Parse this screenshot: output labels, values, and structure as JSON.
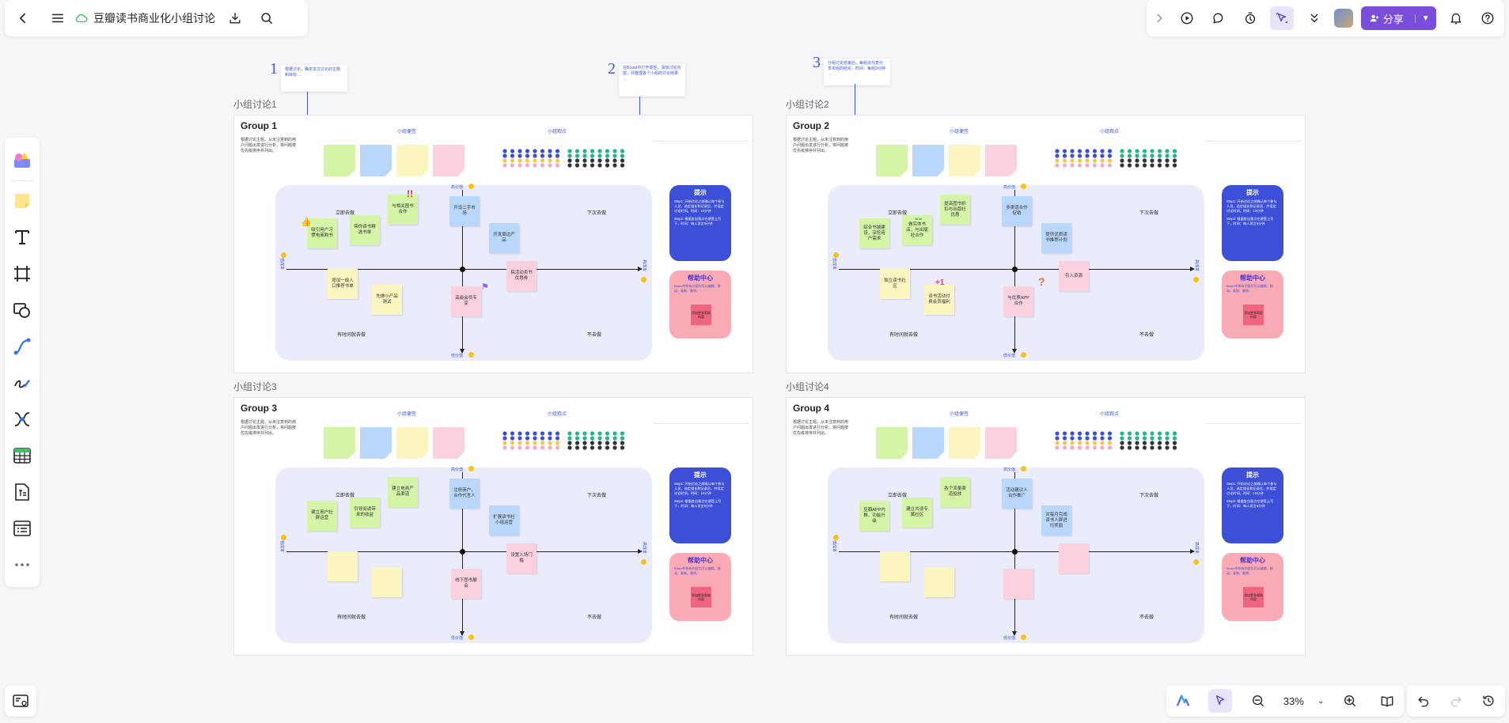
{
  "document": {
    "title": "豆瓣读书商业化小组讨论"
  },
  "toolbar": {
    "share_label": "分享",
    "zoom": "33%"
  },
  "icons": {
    "back": "chevron-left-icon",
    "menu": "hamburger-menu-icon",
    "cloud": "cloud-sync-icon",
    "download": "download-icon",
    "search": "search-icon",
    "collapse": "chevron-right-icon",
    "present": "play-circle-icon",
    "comment": "comment-icon",
    "timer": "timer-icon",
    "select": "cursor-select-icon",
    "more": "double-chevron-down-icon",
    "bell": "bell-icon",
    "help": "help-icon"
  },
  "instructions": [
    {
      "num": "1",
      "text": "根据讨论，确定本次讨论的主题和目标 →"
    },
    {
      "num": "2",
      "text": "在Board中打开便签，添加讨论内容，并整理各个小组的讨论结果 →"
    },
    {
      "num": "3",
      "text": "分组讨论结束后，每组派代表分享本组的结论，时间：每组3分钟 →"
    }
  ],
  "groups": [
    {
      "frame_label": "小组讨论1",
      "title": "Group 1",
      "desc": "根据讨论主题，从未注意到的用户问题出发进行分析，将问题按优先级排序并列出。",
      "col1": "小组便签",
      "col2": "小组观点",
      "axis_top": "高价值",
      "axis_bottom": "低价值",
      "axis_left": "低成本",
      "axis_right": "高成本",
      "q_tl": "立即去做",
      "q_tr": "下次去做",
      "q_bl": "有时间就去做",
      "q_br": "不去做",
      "notes": [
        {
          "text": "吸引用户习惯电商购书",
          "color": "#d4f4a6"
        },
        {
          "text": "带你读书精选书单",
          "color": "#d4f4a6"
        },
        {
          "text": "与相关图书合作",
          "color": "#d4f4a6"
        },
        {
          "text": "开设二手市场",
          "color": "#b9d6fb"
        },
        {
          "text": "开发周边产品",
          "color": "#b9d6fb"
        },
        {
          "text": "增加一级入口推荐书单",
          "color": "#fbf6bf"
        },
        {
          "text": "先做小产品测试",
          "color": "#fbf6bf"
        },
        {
          "text": "高级会员专享",
          "color": "#fbd1dd"
        },
        {
          "text": "搞活动卖书优惠券",
          "color": "#fbd1dd"
        }
      ]
    },
    {
      "frame_label": "小组讨论2",
      "title": "Group 2",
      "desc": "根据讨论主题，从未注意到的用户问题出发进行分析，将问题按优先级排序并列出。",
      "col1": "小组便签",
      "col2": "小组观点",
      "axis_top": "高价值",
      "axis_bottom": "低价值",
      "axis_left": "低成本",
      "axis_right": "高成本",
      "q_tl": "立即去做",
      "q_tr": "下次去做",
      "q_bl": "有时间就去做",
      "q_br": "不去做",
      "notes": [
        {
          "text": "综合书城建设，深挖用户需求",
          "color": "#d4f4a6"
        },
        {
          "text": "做实体书店，与出版社合作",
          "color": "#d4f4a6"
        },
        {
          "text": "提高图书折扣与出版社优惠",
          "color": "#d4f4a6"
        },
        {
          "text": "多渠道合作促销",
          "color": "#b9d6fb"
        },
        {
          "text": "提供优质读书推荐计划",
          "color": "#b9d6fb"
        },
        {
          "text": "独立读书社区",
          "color": "#fbf6bf"
        },
        {
          "text": "读书活动付费会员福利",
          "color": "#fbf6bf"
        },
        {
          "text": "与优质APP合作",
          "color": "#fbd1dd"
        },
        {
          "text": "引入资源",
          "color": "#fbd1dd"
        }
      ]
    },
    {
      "frame_label": "小组讨论3",
      "title": "Group 3",
      "desc": "根据讨论主题，从未注意到的用户问题出发进行分析，将问题按优先级排序并列出。",
      "col1": "小组便签",
      "col2": "小组观点",
      "axis_top": "高价值",
      "axis_bottom": "低价值",
      "axis_left": "低成本",
      "axis_right": "高成本",
      "q_tl": "立即去做",
      "q_tr": "下次去做",
      "q_bl": "有时间就去做",
      "q_br": "不去做",
      "notes": [
        {
          "text": "建立用户社群运营",
          "color": "#d4f4a6"
        },
        {
          "text": "引导阅读带来的收益",
          "color": "#d4f4a6"
        },
        {
          "text": "建立电商产品渠道",
          "color": "#d4f4a6"
        },
        {
          "text": "注册商户，合作代言人",
          "color": "#b9d6fb"
        },
        {
          "text": "扩展读书社小组运营",
          "color": "#b9d6fb"
        },
        {
          "text": "",
          "color": "#fbf6bf"
        },
        {
          "text": "",
          "color": "#fbf6bf"
        },
        {
          "text": "线下图书展会",
          "color": "#fbd1dd"
        },
        {
          "text": "设置入场门槛",
          "color": "#fbd1dd"
        }
      ]
    },
    {
      "frame_label": "小组讨论4",
      "title": "Group 4",
      "desc": "根据讨论主题，从未注意到的用户问题出发进行分析，将问题按优先级排序并列出。",
      "col1": "小组便签",
      "col2": "小组观点",
      "axis_top": "高价值",
      "axis_bottom": "低价值",
      "axis_left": "低成本",
      "axis_right": "高成本",
      "q_tl": "立即去做",
      "q_tr": "下次去做",
      "q_bl": "有时间就去做",
      "q_br": "不去做",
      "notes": [
        {
          "text": "豆瓣APP内推，功能升级",
          "color": "#d4f4a6"
        },
        {
          "text": "建立共读专属社区",
          "color": "#d4f4a6"
        },
        {
          "text": "各个流量渠道投放",
          "color": "#d4f4a6"
        },
        {
          "text": "活动建议人合作推广",
          "color": "#b9d6fb"
        },
        {
          "text": "对每月完成读书人群进行奖励",
          "color": "#b9d6fb"
        },
        {
          "text": "",
          "color": "#fbf6bf"
        },
        {
          "text": "",
          "color": "#fbf6bf"
        },
        {
          "text": "",
          "color": "#fbd1dd"
        },
        {
          "text": "",
          "color": "#fbd1dd"
        }
      ]
    }
  ],
  "hint": {
    "title": "提示",
    "step1": "Step1: 开始讨论之前确认每个参与人员，选定组长和记录员，并设定讨论时间。时间：10分钟",
    "step2": "Step2: 根据各自观点在便签上写下，时间：每人发言5分钟"
  },
  "help": {
    "title": "帮助中心",
    "body": "Board中所有内容均可以编辑、移动、复制、删除。",
    "note": "添加更多帮助内容"
  },
  "colors": {
    "accent": "#7a4ddb",
    "hint_bg": "#3c4fd6",
    "help_bg": "#f9aab5",
    "matrix_bg": "#eaecfb",
    "sticky_green": "#d4f4a6",
    "sticky_blue": "#b9d6fb",
    "sticky_yellow": "#fbf6bf",
    "sticky_pink": "#fbd1dd"
  }
}
